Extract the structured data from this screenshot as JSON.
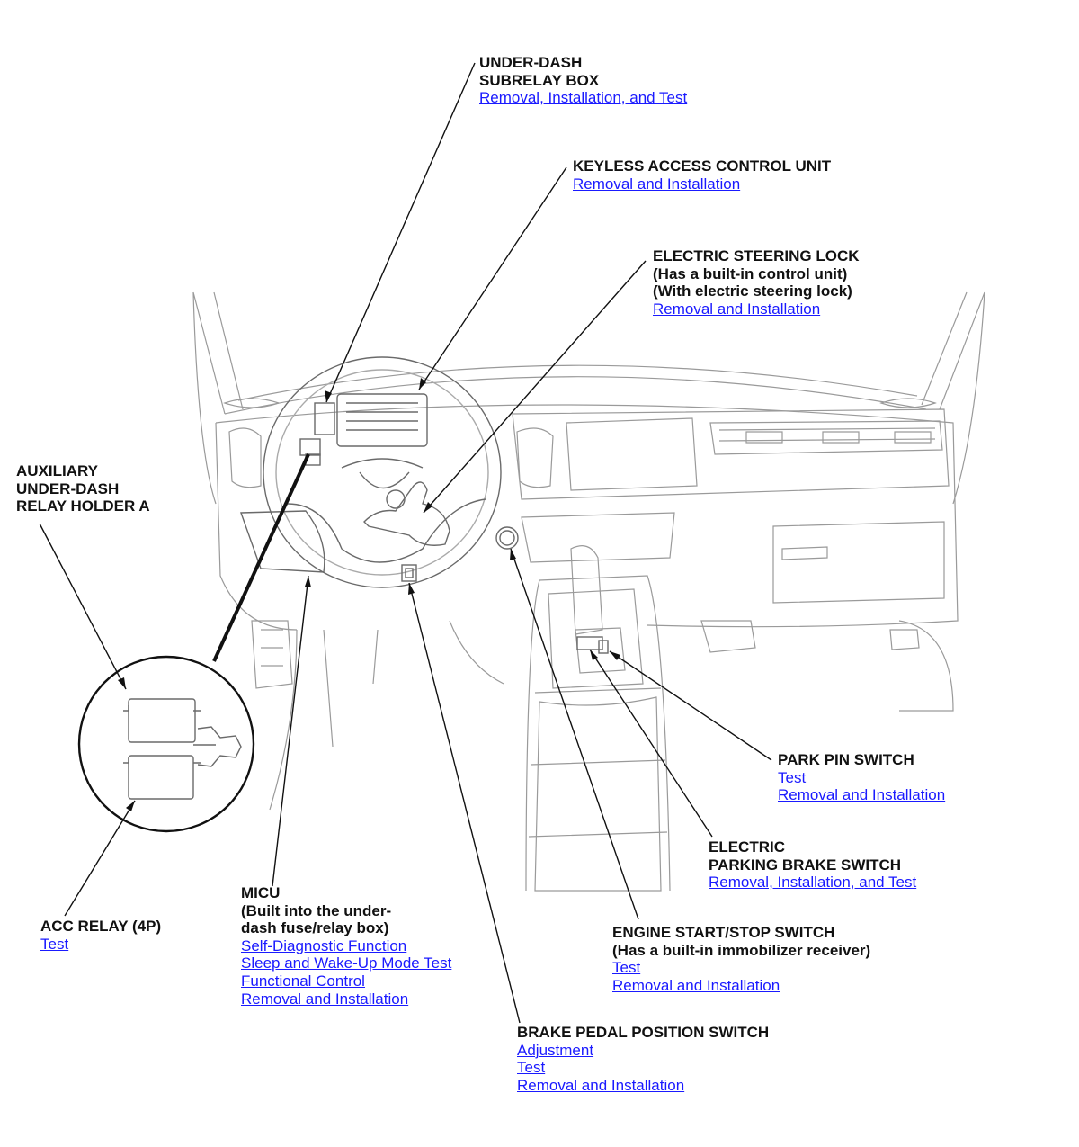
{
  "callouts": {
    "under_dash_subrelay_box": {
      "title": "UNDER-DASH\nSUBRELAY BOX",
      "links": [
        "Removal, Installation, and Test"
      ]
    },
    "keyless_access_control_unit": {
      "title": "KEYLESS ACCESS CONTROL UNIT",
      "links": [
        "Removal and Installation"
      ]
    },
    "electric_steering_lock": {
      "title": "ELECTRIC STEERING LOCK\n(Has a built-in control unit)\n(With electric steering lock)",
      "links": [
        "Removal and Installation"
      ]
    },
    "auxiliary_relay_holder": {
      "title": "AUXILIARY\nUNDER-DASH\nRELAY HOLDER A",
      "links": []
    },
    "park_pin_switch": {
      "title": "PARK PIN SWITCH",
      "links": [
        "Test",
        "Removal and Installation"
      ]
    },
    "electric_parking_brake_switch": {
      "title": "ELECTRIC\nPARKING BRAKE SWITCH",
      "links": [
        "Removal, Installation, and Test"
      ]
    },
    "micu": {
      "title": "MICU\n(Built into the under-\ndash fuse/relay box)",
      "links": [
        "Self-Diagnostic Function",
        "Sleep and Wake-Up Mode Test",
        "Functional Control",
        "Removal and Installation"
      ]
    },
    "acc_relay": {
      "title": "ACC RELAY (4P)",
      "links": [
        "Test"
      ]
    },
    "engine_start_stop_switch": {
      "title": "ENGINE START/STOP SWITCH\n(Has a built-in immobilizer receiver)",
      "links": [
        "Test",
        "Removal and Installation"
      ]
    },
    "brake_pedal_position_switch": {
      "title": "BRAKE PEDAL POSITION SWITCH",
      "links": [
        "Adjustment",
        "Test",
        "Removal and Installation"
      ]
    }
  },
  "colors": {
    "link": "#1a1aff",
    "leader": "#111111",
    "line_art": "#9a9a9a"
  }
}
